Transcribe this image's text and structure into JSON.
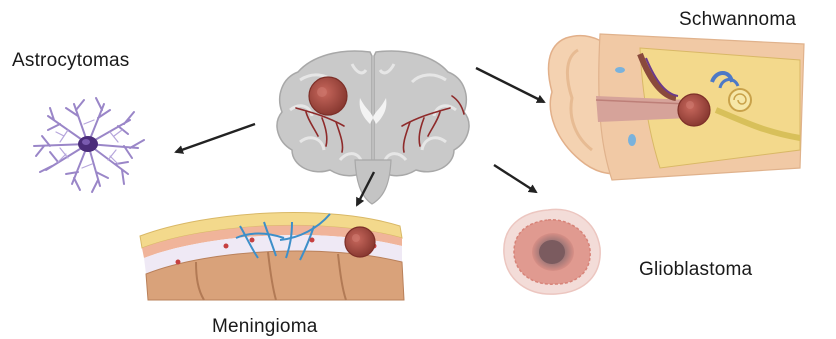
{
  "labels": {
    "astrocytomas": "Astrocytomas",
    "schwannoma": "Schwannoma",
    "glioblastoma": "Glioblastoma",
    "meningioma": "Meningioma"
  },
  "colors": {
    "brain": "#c9c9c9",
    "brain_edge": "#9a9a9a",
    "tumor": "#b5544a",
    "tumor_dark": "#7d2f28",
    "vessels": "#8e2a2a",
    "astrocyte": "#9a86c8",
    "astrocyte_core": "#4b2d7a",
    "skin": "#f1c9a5",
    "bone": "#f3d98c",
    "cortex": "#d9a27a",
    "dura_blue": "#3d8fc9",
    "glio_outer": "#f0d6d2",
    "glio_mid": "#e09a90",
    "glio_core": "#8b6a6d",
    "arrow": "#222222"
  },
  "icons": {
    "center": "brain-coronal-section-icon",
    "astrocytoma": "astrocyte-cell-icon",
    "schwannoma": "ear-cross-section-icon",
    "meningioma": "meninges-cross-section-icon",
    "glioblastoma": "glioblastoma-cell-icon"
  }
}
